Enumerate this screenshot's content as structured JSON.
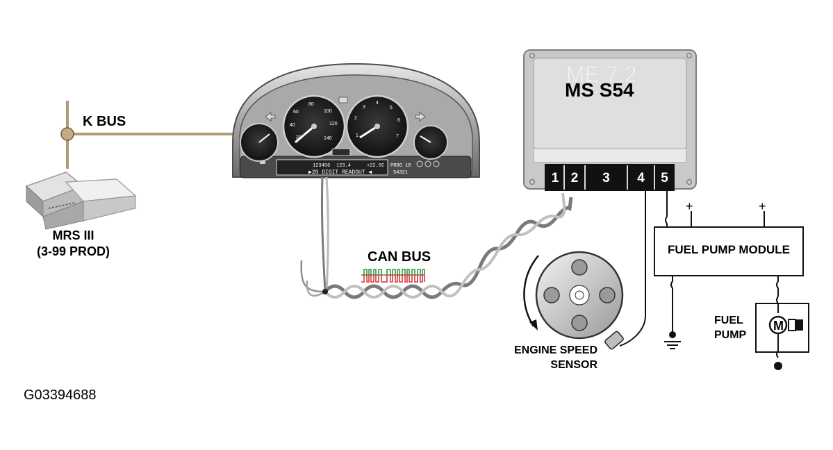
{
  "labels": {
    "k_bus": "K BUS",
    "mrs_line1": "MRS III",
    "mrs_line2": "(3-99 PROD)",
    "can_bus": "CAN BUS",
    "ecu_ghost": "ME 7.2",
    "ecu_name": "MS S54",
    "engine_speed_line1": "ENGINE SPEED",
    "engine_speed_line2": "SENSOR",
    "fuel_pump_module": "FUEL PUMP MODULE",
    "fuel_pump_line1": "FUEL",
    "fuel_pump_line2": "PUMP",
    "motor": "M",
    "plus_left": "+",
    "plus_right": "+",
    "figure_id": "G03394688"
  },
  "ecu_pins": [
    "1",
    "2",
    "3",
    "4",
    "5"
  ],
  "cluster": {
    "speedo_ticks": [
      "20",
      "40",
      "60",
      "80",
      "100",
      "120",
      "140"
    ],
    "tacho_ticks": [
      "1",
      "2",
      "3",
      "4",
      "5",
      "6",
      "7"
    ],
    "odometer": "123456",
    "trip": "123.4",
    "lcd_readout": "▶20 DIGIT READOUT ◀",
    "temp_readout": "+22.5C",
    "prog_readout": "PROG 18",
    "code_readout": "54321"
  },
  "colors": {
    "k_bus_wire": "#b09a78",
    "can_wire": "#8a8a8a",
    "signal_red": "#d13a3a",
    "signal_green": "#2f9a3f",
    "ecu_connector": "#111111"
  }
}
